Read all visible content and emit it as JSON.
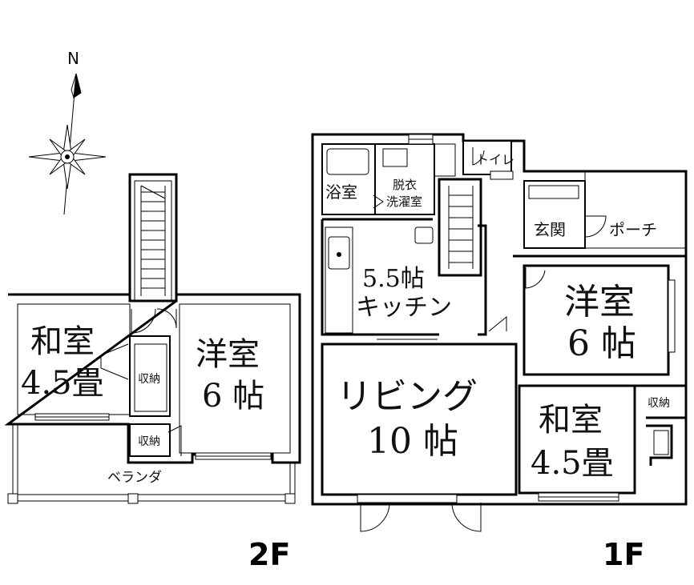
{
  "compass": {
    "north_label": "N"
  },
  "floors": {
    "second": {
      "label": "2F",
      "rooms": {
        "washitsu_title": "和室",
        "washitsu_size": "4.5畳",
        "youshitsu_title": "洋室",
        "youshitsu_size": "6 帖",
        "storage_1": "収納",
        "storage_2": "収納",
        "veranda": "ベランダ"
      }
    },
    "first": {
      "label": "1F",
      "rooms": {
        "bath": "浴室",
        "dressing_line1": "脱衣",
        "dressing_line2": "洗濯室",
        "toilet": "トイレ",
        "entrance": "玄関",
        "porch": "ポーチ",
        "kitchen_size": "5.5帖",
        "kitchen_title": "キッチン",
        "youshitsu_title": "洋室",
        "youshitsu_size": "6 帖",
        "living_title": "リビング",
        "living_size": "10 帖",
        "washitsu_title": "和室",
        "washitsu_size": "4.5畳",
        "storage": "収納"
      }
    }
  }
}
